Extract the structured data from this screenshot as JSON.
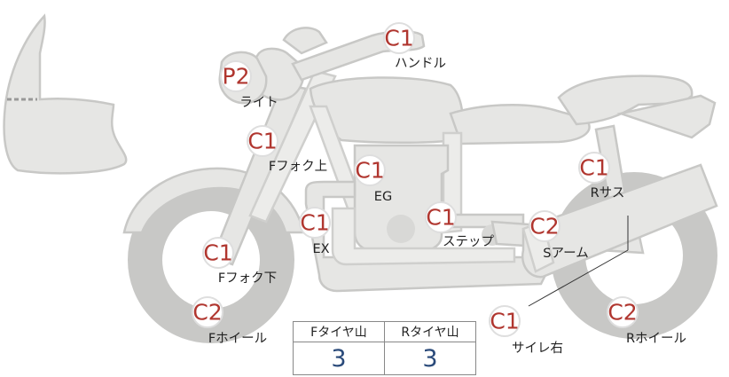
{
  "inspection_points": [
    {
      "id": "handle",
      "grade": "C1",
      "label": "ハンドル"
    },
    {
      "id": "light",
      "grade": "P2",
      "label": "ライト"
    },
    {
      "id": "front_fork_upper",
      "grade": "C1",
      "label": "Fフォク上"
    },
    {
      "id": "engine",
      "grade": "C1",
      "label": "EG"
    },
    {
      "id": "exhaust",
      "grade": "C1",
      "label": "EX"
    },
    {
      "id": "step",
      "grade": "C1",
      "label": "ステップ"
    },
    {
      "id": "rear_suspension",
      "grade": "C1",
      "label": "Rサス"
    },
    {
      "id": "swing_arm",
      "grade": "C2",
      "label": "Sアーム"
    },
    {
      "id": "front_fork_lower",
      "grade": "C1",
      "label": "Fフォク下"
    },
    {
      "id": "front_wheel",
      "grade": "C2",
      "label": "Fホイール"
    },
    {
      "id": "silencer_right",
      "grade": "C1",
      "label": "サイレ右"
    },
    {
      "id": "rear_wheel",
      "grade": "C2",
      "label": "Rホイール"
    }
  ],
  "tire_tread": {
    "front_header": "Fタイヤ山",
    "rear_header": "Rタイヤ山",
    "front_value": "3",
    "rear_value": "3"
  },
  "colors": {
    "grade_text": "#b0362f",
    "tread_value": "#2a4a7a",
    "part_fill": "#e6e6e4",
    "part_stroke": "#c8c8c6"
  }
}
